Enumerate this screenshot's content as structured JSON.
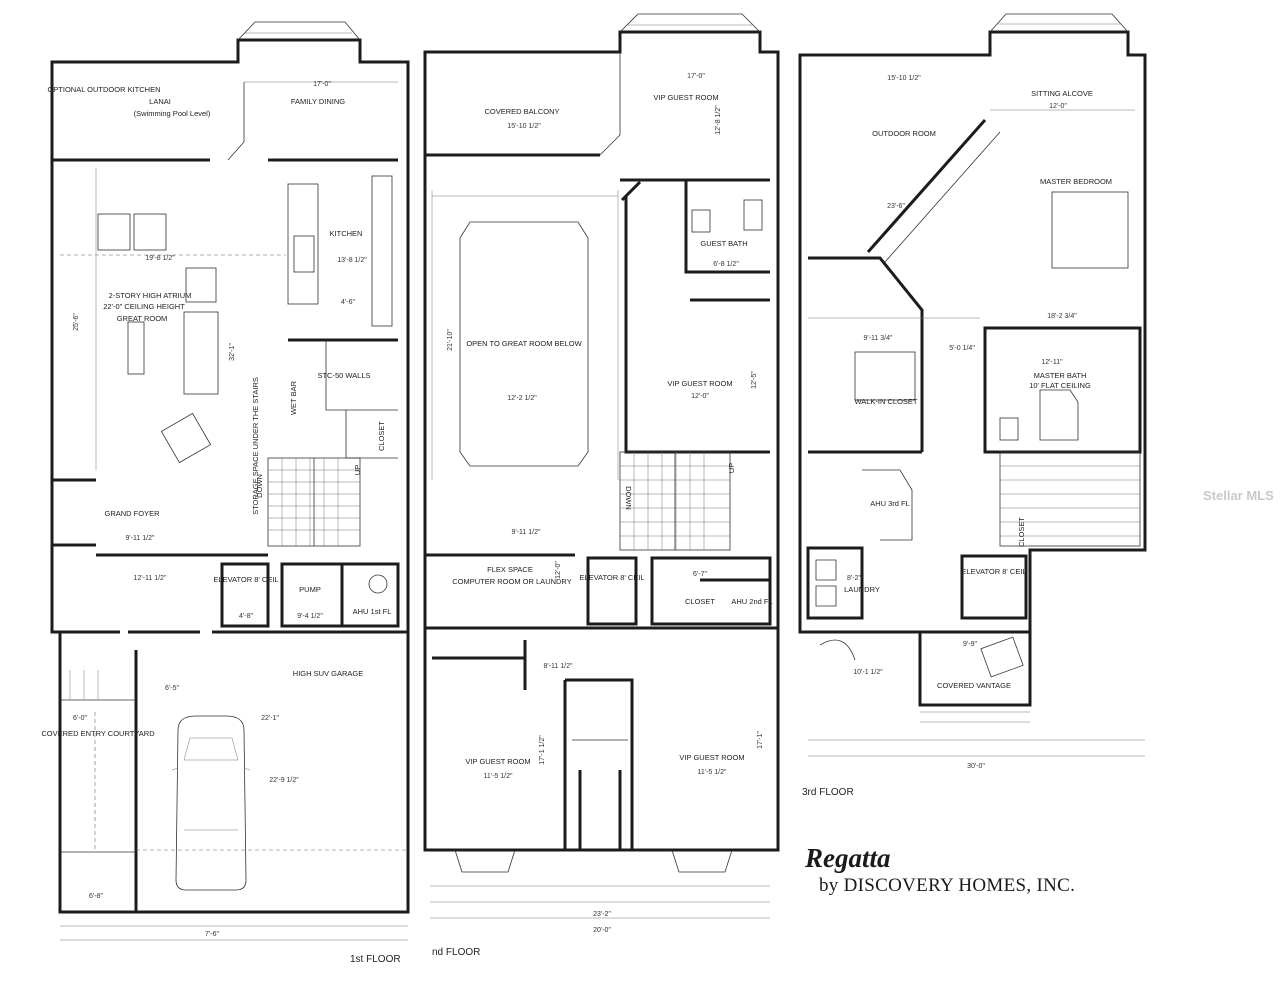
{
  "title": "Regatta",
  "byline": "by DISCOVERY HOMES, INC.",
  "watermark": "Stellar MLS",
  "floors": [
    {
      "caption": "1st FLOOR",
      "rooms": {
        "outdoor_kitchen": "OPTIONAL OUTDOOR KITCHEN",
        "lanai": "LANAI",
        "lanai_note": "(Swimming Pool Level)",
        "family_dining": "FAMILY DINING",
        "kitchen": "KITCHEN",
        "atrium": "2-STORY HIGH ATRIUM",
        "ceiling": "22'-0\" CEILING HEIGHT",
        "great_room": "GREAT ROOM",
        "wet_bar": "WET BAR",
        "stc_walls": "STC-50 WALLS",
        "closet": "CLOSET",
        "storage": "STORAGE SPACE UNDER THE STAIRS",
        "grand_foyer": "GRAND FOYER",
        "elevator": "ELEVATOR 8' CEIL",
        "pump": "PUMP",
        "ahu": "AHU 1st FL",
        "garage": "HIGH SUV GARAGE",
        "courtyard": "COVERED ENTRY COURTYARD",
        "down": "DOWN",
        "up": "UP"
      },
      "dims": {
        "lanai_w": "17'-0\"",
        "kitchen_d": "13'-8 1/2\"",
        "great_w": "19'-8 1/2\"",
        "great_d": "25'-6\"",
        "great_d2": "32'-1\"",
        "foyer_w": "9'-11 1/2\"",
        "foyer_d": "12'-11 1/2\"",
        "garage_w": "22'-1\"",
        "garage_d": "22'-9 1/2\"",
        "courtyard_w": "6'-0\"",
        "total_w": "7'-6\"",
        "d1": "6'-8\"",
        "d2": "9'-4 1/2\"",
        "d3": "4'-8\"",
        "d4": "6'-5\"",
        "d5": "4'-6\""
      }
    },
    {
      "caption": "nd FLOOR",
      "rooms": {
        "balcony": "COVERED BALCONY",
        "vip1": "VIP GUEST ROOM",
        "open_to": "OPEN TO GREAT ROOM BELOW",
        "guest_bath": "GUEST BATH",
        "vip2": "VIP GUEST ROOM",
        "flex": "FLEX SPACE",
        "flex_note": "COMPUTER ROOM OR LAUNDRY",
        "elevator": "ELEVATOR 8' CEIL",
        "closet": "CLOSET",
        "ahu": "AHU 2nd FL",
        "vip3": "VIP GUEST ROOM",
        "vip4": "VIP GUEST ROOM",
        "down": "DOWN",
        "up": "UP"
      },
      "dims": {
        "balcony_w": "15'-10 1/2\"",
        "vip1_w": "17'-0\"",
        "vip1_d": "12'-8 1/2\"",
        "open_w": "12'-2 1/2\"",
        "open_d": "21'-10\"",
        "vip2_w": "12'-0\"",
        "vip2_d": "12'-5\"",
        "bath_w": "6'-8 1/2\"",
        "flex_w": "9'-11 1/2\"",
        "flex_d": "12'-0\"",
        "vip3_w": "11'-5 1/2\"",
        "vip3_d": "17'-1 1/2\"",
        "vip4_w": "11'-5 1/2\"",
        "vip4_d": "17'-1\"",
        "total_w": "20'-0\"",
        "w2": "23'-2\"",
        "d1": "8'-11 1/2\"",
        "d2": "6'-7\""
      }
    },
    {
      "caption": "3rd FLOOR",
      "rooms": {
        "sitting": "SITTING ALCOVE",
        "outdoor_room": "OUTDOOR ROOM",
        "master_bed": "MASTER BEDROOM",
        "walk_in": "WALK-IN CLOSET",
        "master_bath": "MASTER BATH",
        "bath_note": "10' FLAT CEILING",
        "ahu": "AHU 3rd FL",
        "laundry": "LAUNDRY",
        "elevator": "ELEVATOR 8' CEIL",
        "vantage": "COVERED VANTAGE",
        "closet": "CLOSET"
      },
      "dims": {
        "sitting_w": "12'-0\"",
        "outdoor_w": "15'-10 1/2\"",
        "bed_w": "18'-2 3/4\"",
        "bath_w": "12'-11\"",
        "closet_w": "9'-11 3/4\"",
        "vantage_w": "9'-9\"",
        "laundry_w": "8'-2\"",
        "total_w": "30'-0\"",
        "d1": "10'-1 1/2\"",
        "d2": "5'-0 1/4\"",
        "d3": "23'-6\""
      }
    }
  ]
}
